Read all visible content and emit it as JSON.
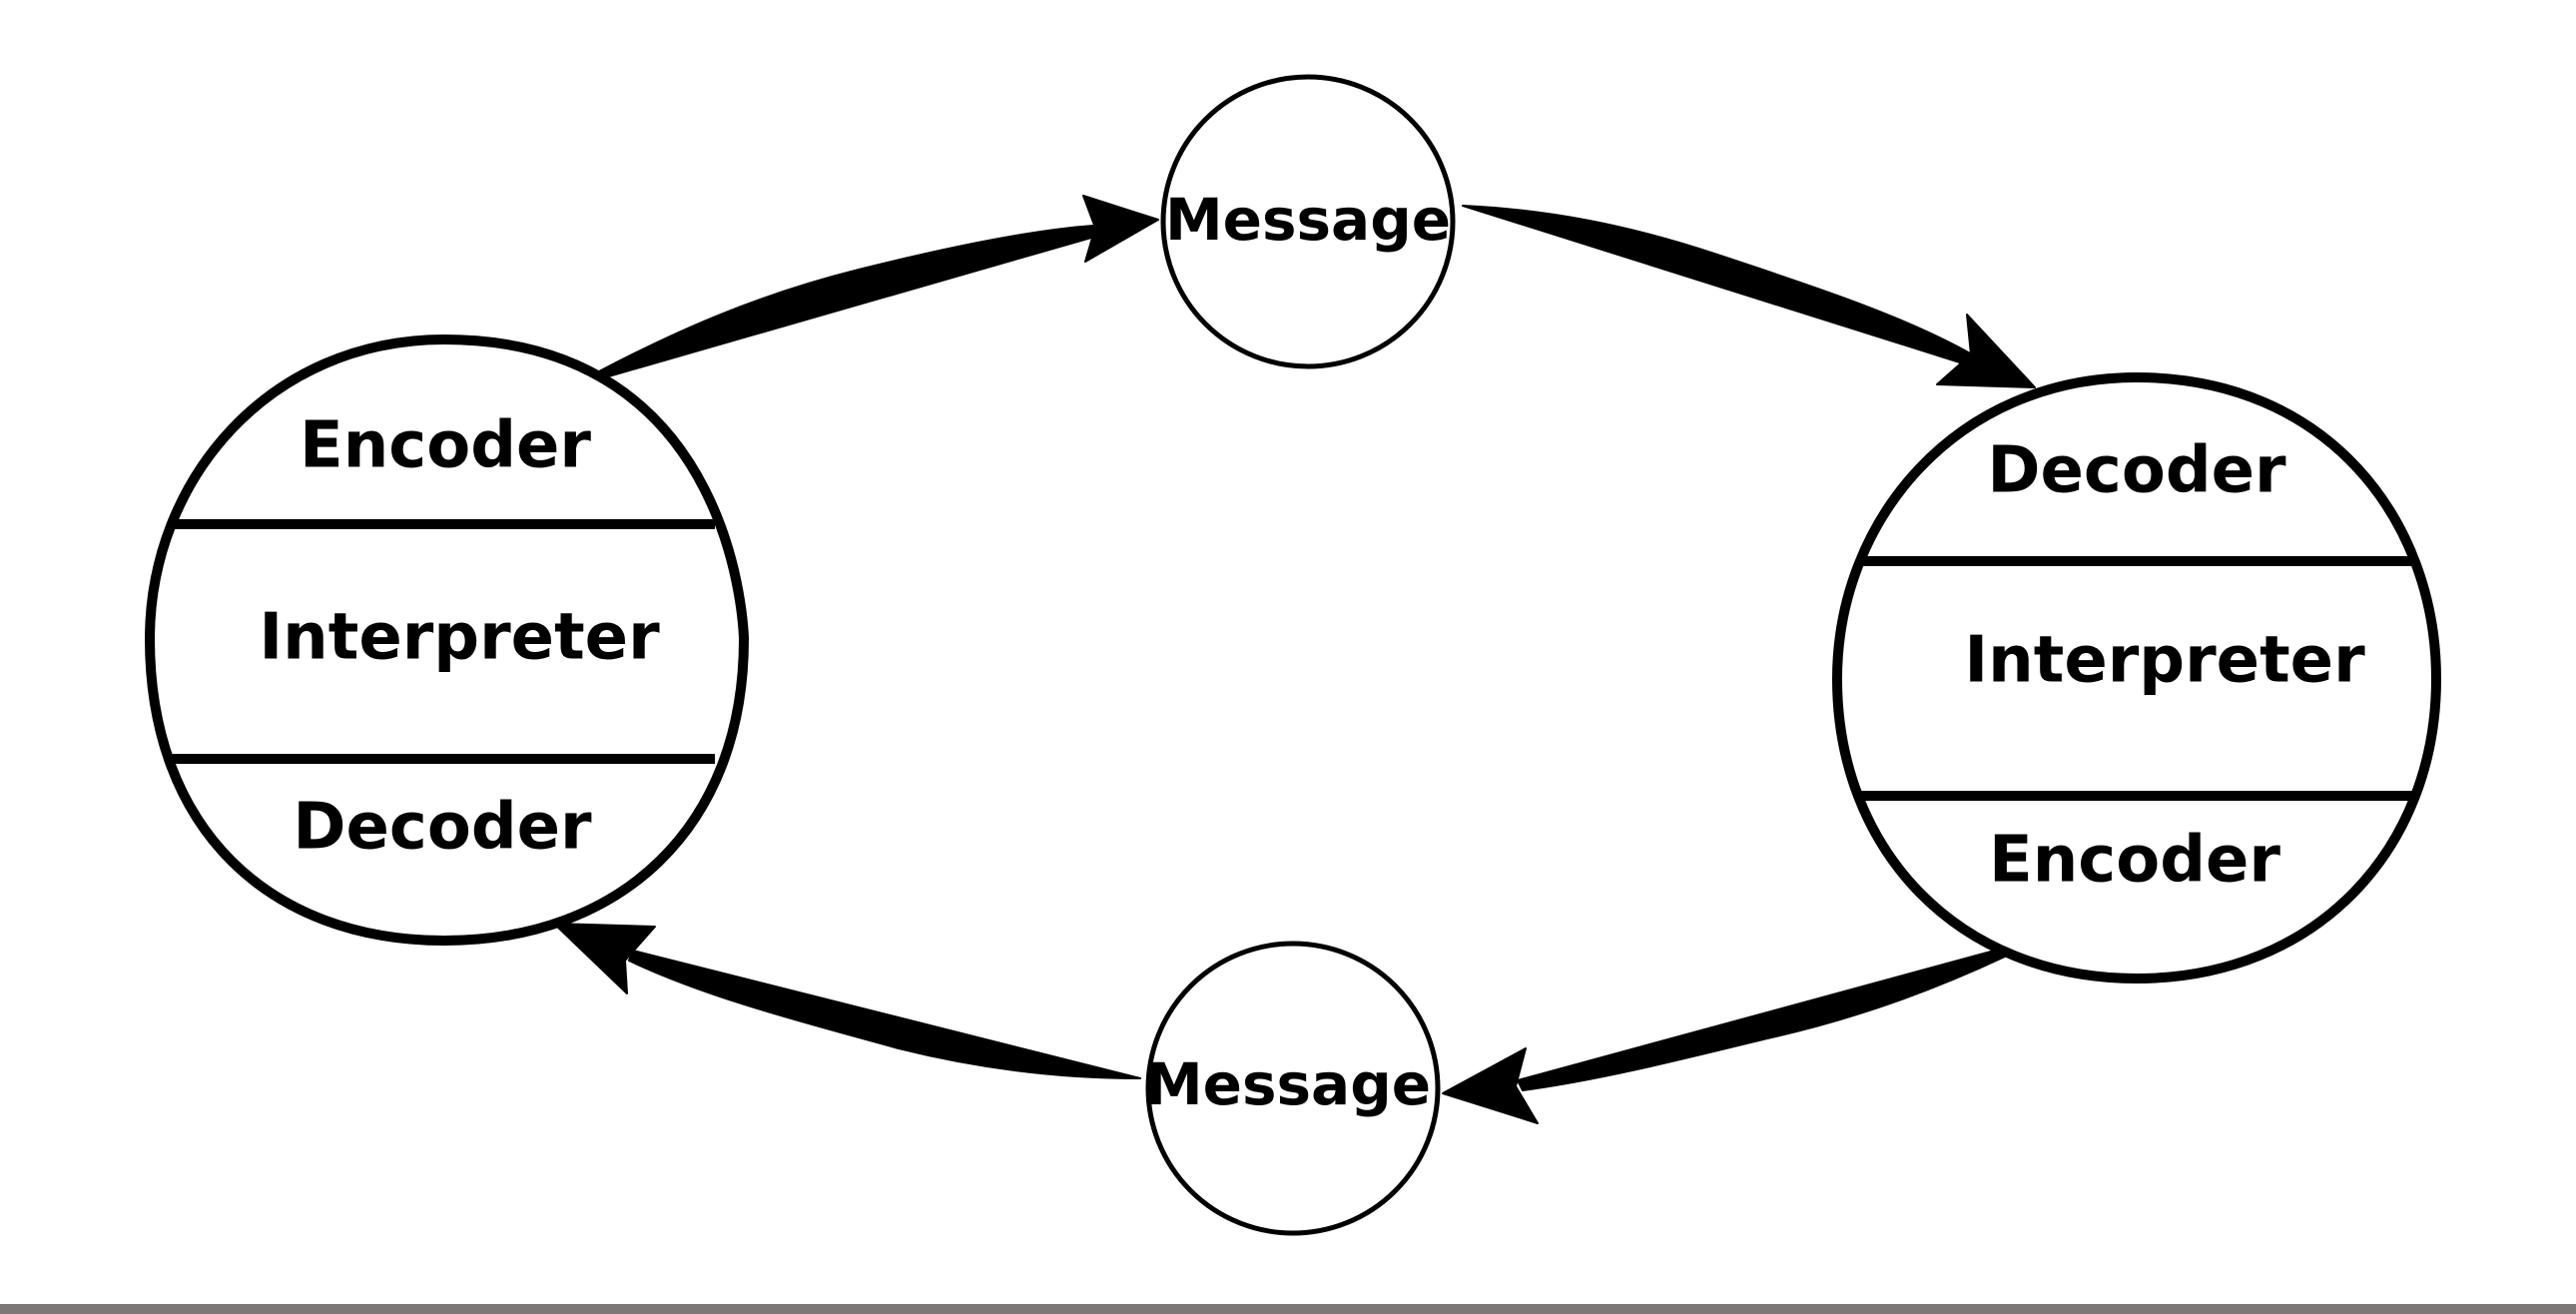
{
  "diagram": {
    "sender": {
      "top": "Encoder",
      "middle": "Interpreter",
      "bottom": "Decoder"
    },
    "receiver": {
      "top": "Decoder",
      "middle": "Interpreter",
      "bottom": "Encoder"
    },
    "message_top": "Message",
    "message_bottom": "Message"
  },
  "colors": {
    "stroke": "#000000",
    "background": "#ffffff"
  }
}
